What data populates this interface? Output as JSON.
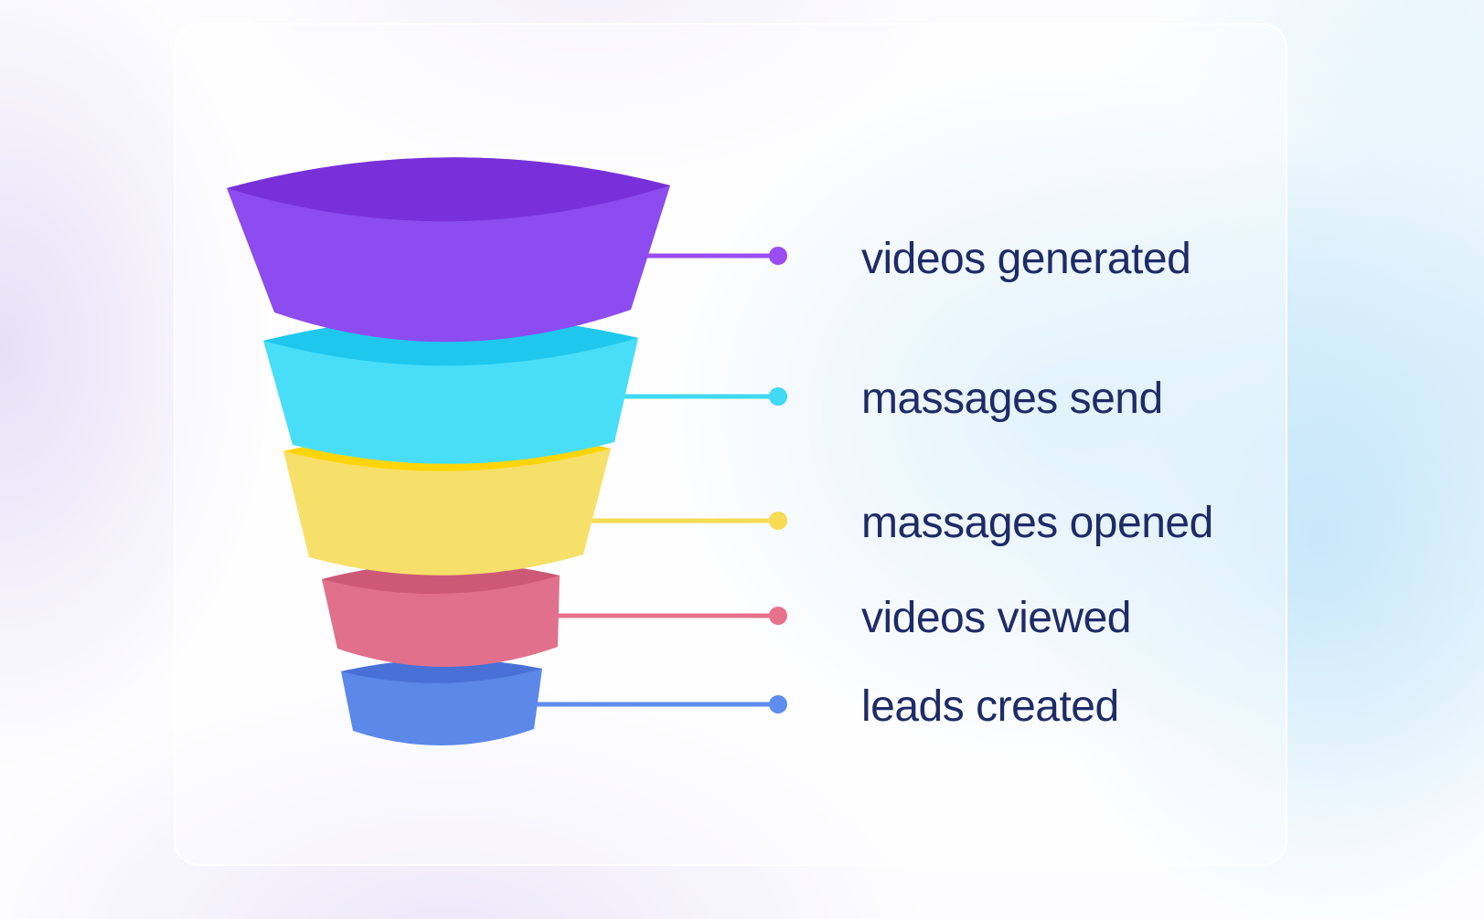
{
  "diagram": {
    "type": "funnel",
    "stage_count": 5,
    "label_text_color": "#1F2B68",
    "stages": [
      {
        "label": "videos generated",
        "face_color": "#8C4CEF",
        "lid_color": "#7831D9",
        "line_color": "#9B4DF3"
      },
      {
        "label": "massages send",
        "face_color": "#49DEF8",
        "lid_color": "#1FC7ED",
        "line_color": "#40D9F6"
      },
      {
        "label": "massages opened",
        "face_color": "#F7E06A",
        "lid_color": "#FFD506",
        "line_color": "#F7DB52"
      },
      {
        "label": "videos viewed",
        "face_color": "#E0708C",
        "lid_color": "#CD5977",
        "line_color": "#E7718D"
      },
      {
        "label": "leads created",
        "face_color": "#5C88EA",
        "lid_color": "#4971D5",
        "line_color": "#5F8CEF"
      }
    ]
  }
}
